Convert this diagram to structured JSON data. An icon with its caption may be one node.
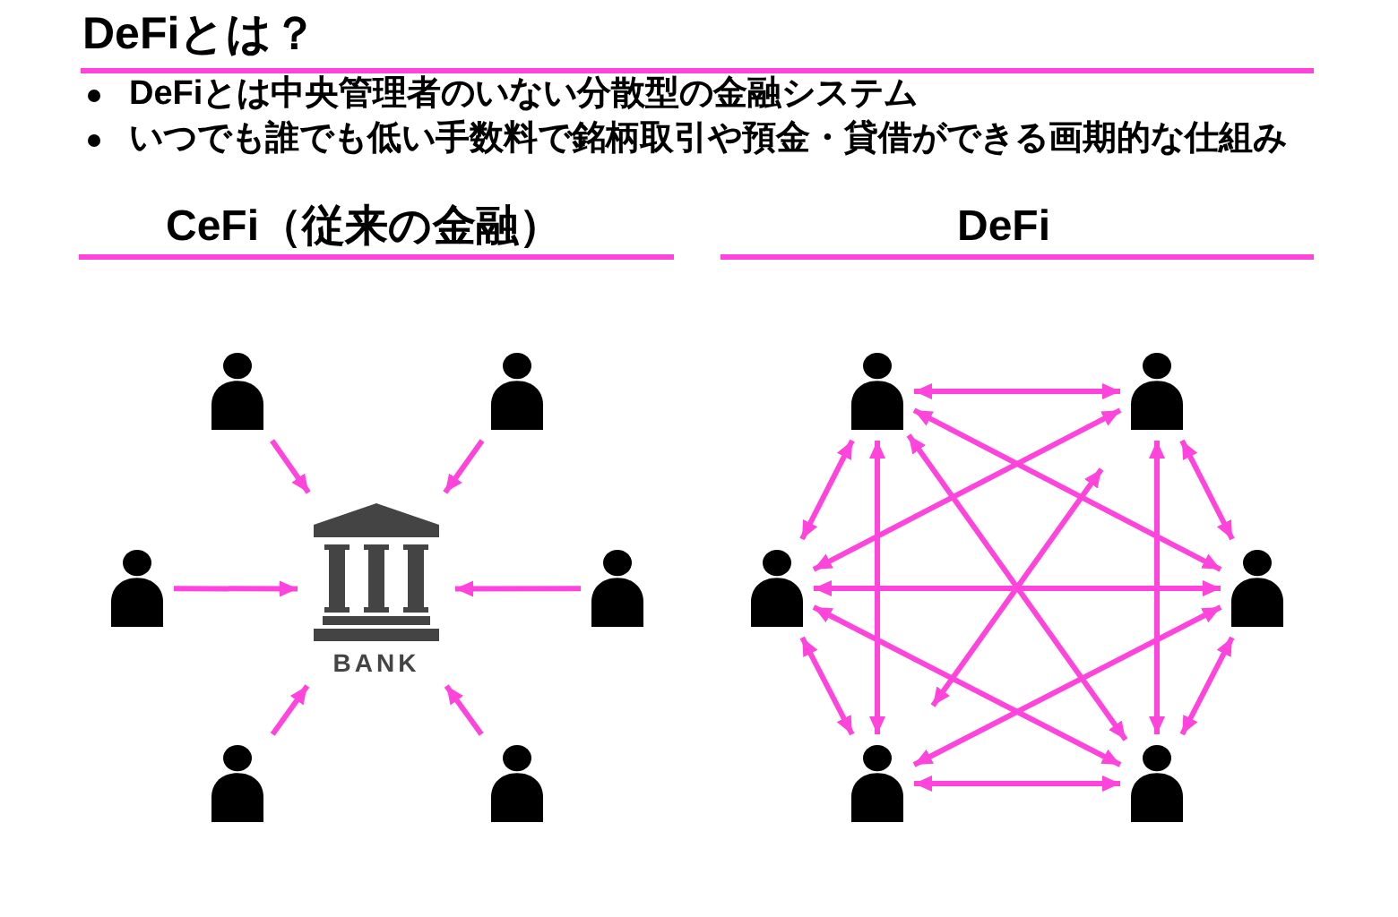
{
  "diagram": {
    "title": "DeFiとは？",
    "nodes": [
      {
        "text": [],
        "shape": "person"
      },
      {
        "text": [],
        "shape": "person"
      },
      {
        "text": [],
        "shape": "person"
      },
      {
        "text": [
          "BANK"
        ]
      },
      {
        "text": [],
        "shape": "person"
      },
      {
        "text": [],
        "shape": "person"
      },
      {
        "text": [],
        "shape": "person"
      },
      {
        "text": [],
        "shape": "person"
      },
      {
        "text": [],
        "shape": "person"
      },
      {
        "text": [],
        "shape": "person"
      },
      {
        "text": [],
        "shape": "person"
      },
      {
        "text": [],
        "shape": "person"
      },
      {
        "text": [],
        "shape": "person"
      }
    ],
    "edges": [
      {
        "from": 0,
        "to": 3,
        "arrow": "to"
      },
      {
        "from": 1,
        "to": 3,
        "arrow": "to"
      },
      {
        "from": 2,
        "to": 3,
        "arrow": "to"
      },
      {
        "from": 4,
        "to": 3,
        "arrow": "to"
      },
      {
        "from": 5,
        "to": 3,
        "arrow": "to"
      },
      {
        "from": 6,
        "to": 3,
        "arrow": "to"
      },
      {
        "from": 7,
        "to": 8,
        "arrow": "both"
      },
      {
        "from": 7,
        "to": 9,
        "arrow": "both"
      },
      {
        "from": 7,
        "to": 10,
        "arrow": "both"
      },
      {
        "from": 7,
        "to": 11,
        "arrow": "both"
      },
      {
        "from": 7,
        "to": 12,
        "arrow": "both"
      },
      {
        "from": 8,
        "to": 9,
        "arrow": "both"
      },
      {
        "from": 8,
        "to": 10,
        "arrow": "both"
      },
      {
        "from": 8,
        "to": 11,
        "arrow": "both"
      },
      {
        "from": 8,
        "to": 12,
        "arrow": "both"
      },
      {
        "from": 9,
        "to": 10,
        "arrow": "both"
      },
      {
        "from": 9,
        "to": 11,
        "arrow": "both"
      },
      {
        "from": 9,
        "to": 12,
        "arrow": "both"
      },
      {
        "from": 10,
        "to": 11,
        "arrow": "both"
      },
      {
        "from": 10,
        "to": 12,
        "arrow": "both"
      },
      {
        "from": 11,
        "to": 12,
        "arrow": "both"
      }
    ],
    "labels": [
      "DeFiとは中央管理者のいない分散型の金融システム",
      "いつでも誰でも低い手数料で銘柄取引や預金・貸借ができる画期的な仕組み",
      "CeFi（従来の金融）",
      "DeFi"
    ]
  }
}
